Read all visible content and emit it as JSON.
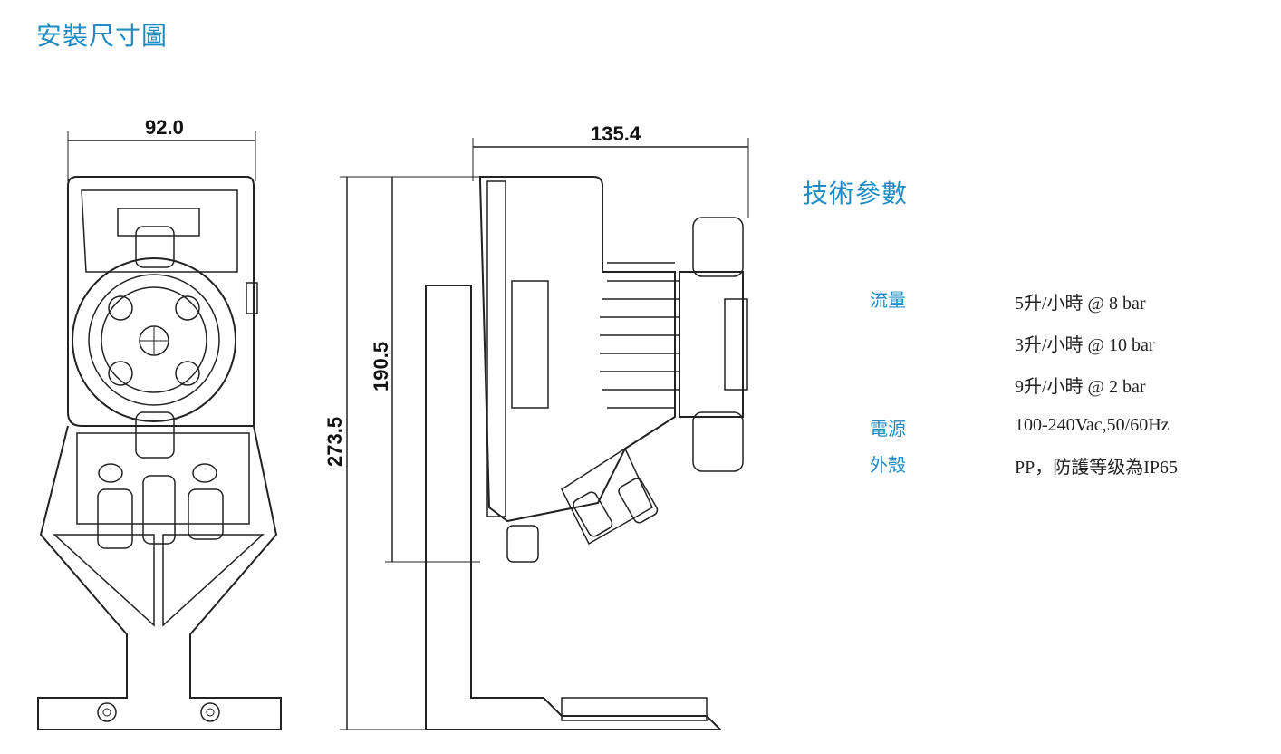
{
  "headings": {
    "install_title": "安裝尺寸圖",
    "specs_title": "技術參數"
  },
  "dimensions": {
    "width_front": "92.0",
    "depth_side": "135.4",
    "height_total": "273.5",
    "height_mount": "190.5"
  },
  "specs": {
    "flow": {
      "label": "流量",
      "values": [
        "5升/小時 @ 8 bar",
        "3升/小時 @ 10 bar",
        "9升/小時 @ 2 bar"
      ]
    },
    "power": {
      "label": "電源",
      "value": "100-240Vac,50/60Hz"
    },
    "housing": {
      "label": "外殼",
      "value": "PP，防護等级為IP65"
    }
  },
  "colors": {
    "accent": "#1e8bc3",
    "line": "#222222"
  }
}
